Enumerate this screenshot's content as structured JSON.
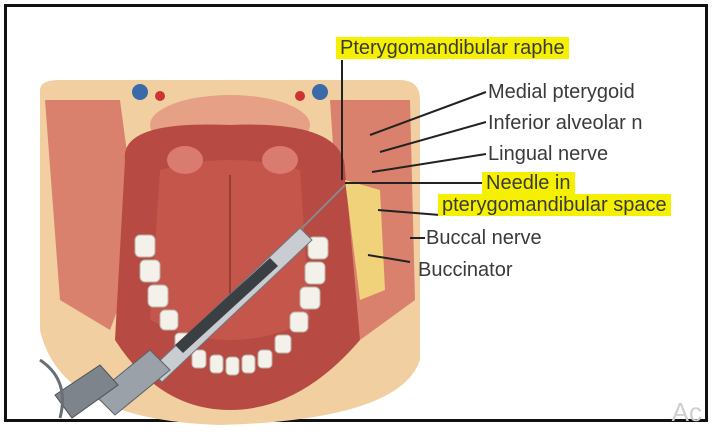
{
  "labels": {
    "pterygomandibular_raphe": "Pterygomandibular raphe",
    "medial_pterygoid": "Medial pterygoid",
    "inferior_alveolar": "Inferior alveolar n",
    "lingual_nerve": "Lingual nerve",
    "needle_in": "Needle in",
    "pterygomandibular_space": "pterygomandibular space",
    "buccal_nerve": "Buccal nerve",
    "buccinator": "Buccinator"
  },
  "watermark": "Ac",
  "colors": {
    "highlight": "#f4f000",
    "muscle": "#c9584a",
    "tongue": "#c4564c",
    "fat": "#efd27a",
    "tooth": "#f3f1ea",
    "syringe_metal": "#9aa1a8"
  }
}
